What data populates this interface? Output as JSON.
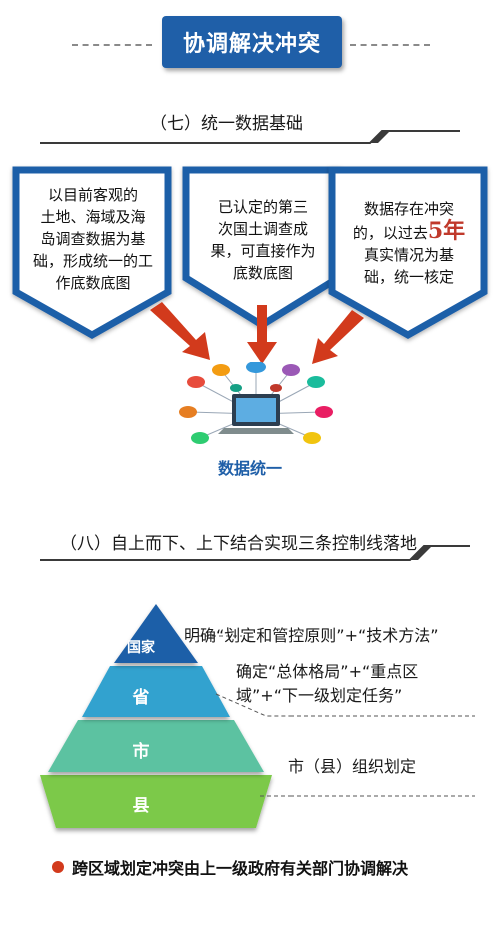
{
  "header": {
    "title": "协调解决冲突"
  },
  "section7": {
    "title": "（七）统一数据基础",
    "panels": [
      {
        "text_lines": [
          "以目前客观的",
          "土地、海域及海",
          "岛调查数据为基",
          "础，形成统一的工",
          "作底数底图"
        ]
      },
      {
        "text_lines": [
          "已认定的第三",
          "次国土调查成",
          "果，可直接作为",
          "底数底图"
        ]
      },
      {
        "text_pre": "数据存在冲突",
        "text_mid_pre": "的，以过去",
        "highlight": "5年",
        "text_lines_after": [
          "真实情况为基",
          "础，统一核定"
        ]
      }
    ],
    "result_label": "数据统一"
  },
  "section8": {
    "title": "（八）自上而下、上下结合实现三条控制线落地",
    "pyramid": [
      {
        "label": "国家",
        "color": "#1f5fa8"
      },
      {
        "label": "省",
        "color": "#33a2cf"
      },
      {
        "label": "市",
        "color": "#5bc2a1"
      },
      {
        "label": "县",
        "color": "#7cc94a"
      }
    ],
    "descriptions": [
      {
        "lines": [
          "明确“划定和管控原则”+“技术方法”"
        ]
      },
      {
        "lines": [
          "确定“总体格局”+“重点区",
          "域”+“下一级划定任务”"
        ]
      },
      {
        "lines": [
          "市（县）组织划定"
        ]
      }
    ]
  },
  "footer": {
    "text": "跨区域划定冲突由上一级政府有关部门协调解决",
    "bullet_color": "#d23a1c"
  }
}
